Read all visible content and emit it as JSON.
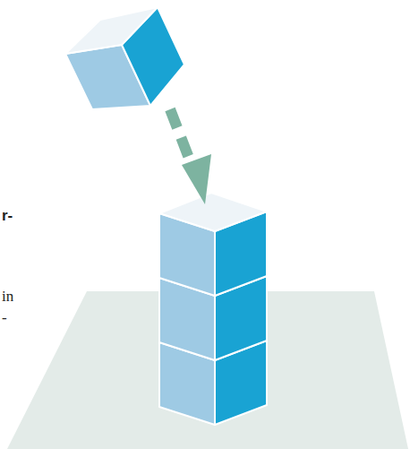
{
  "diagram": {
    "labels": [
      "r-",
      "in",
      "-"
    ]
  }
}
